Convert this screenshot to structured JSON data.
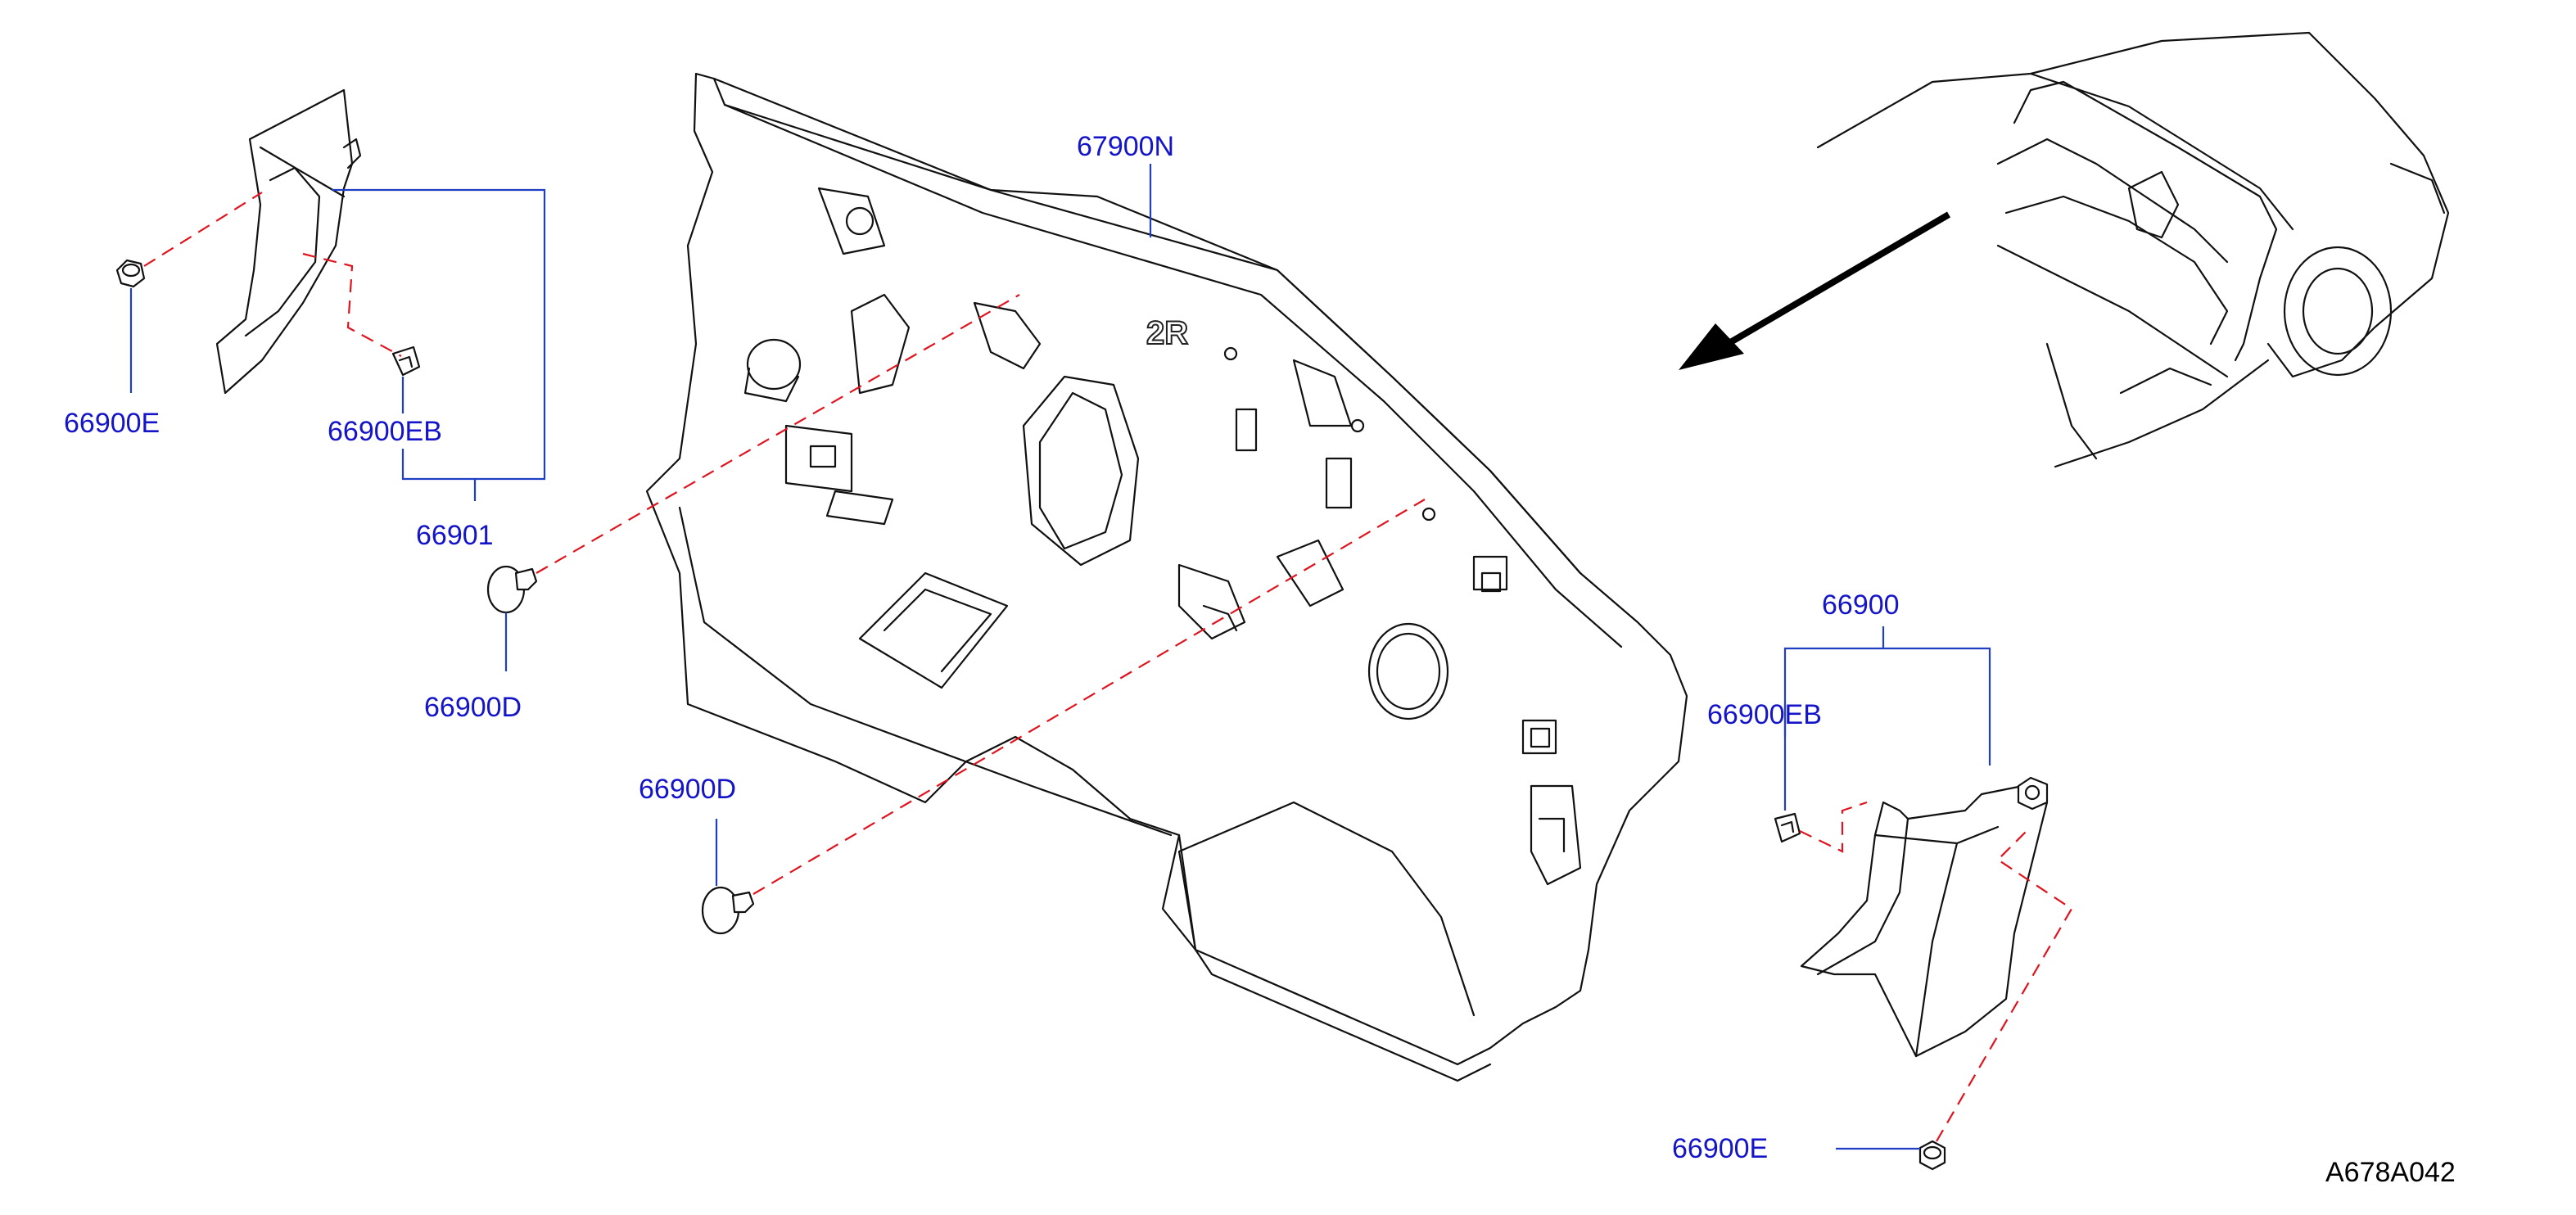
{
  "diagram": {
    "parts": {
      "p67900N": "67900N",
      "p66901": "66901",
      "p66900": "66900",
      "p66900E_left": "66900E",
      "p66900EB_left": "66900EB",
      "p66900D_upper": "66900D",
      "p66900D_lower": "66900D",
      "p66900EB_right": "66900EB",
      "p66900E_right": "66900E"
    },
    "embossed_text": "2R",
    "reference_code": "A678A042",
    "colors": {
      "part_label": "#1414c8",
      "leader_line": "#1e3fc4",
      "dashed_line": "#e0141e",
      "drawing": "#111111"
    }
  }
}
